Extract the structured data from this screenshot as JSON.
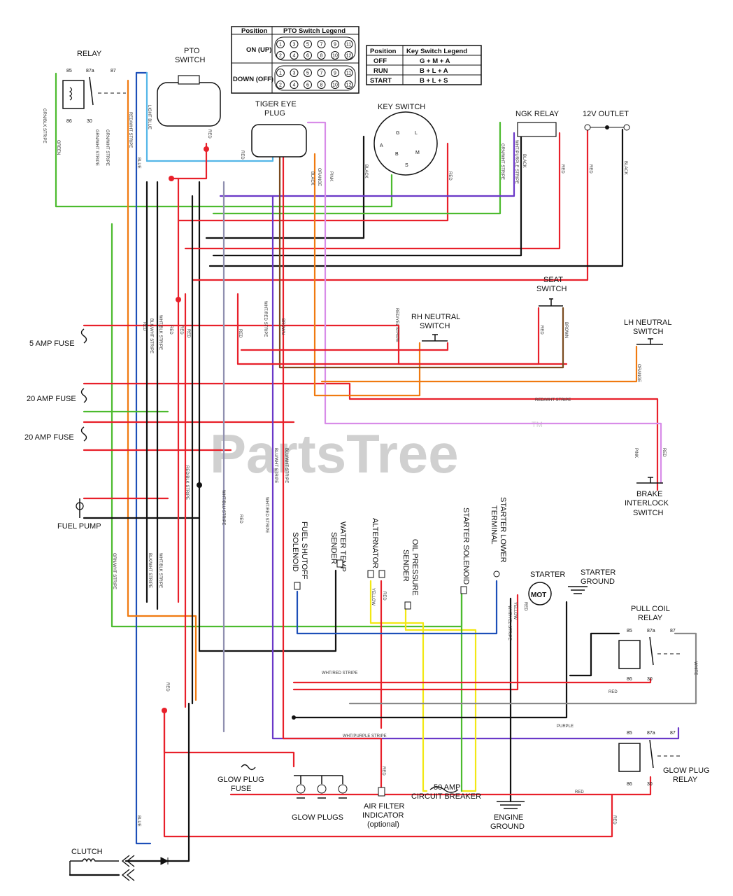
{
  "watermark": {
    "text": "PartsTree",
    "tm": "TM"
  },
  "colors": {
    "red": "#e8202a",
    "black": "#111111",
    "green": "#4cbb2e",
    "blue": "#1d4fb8",
    "orange": "#f07a10",
    "pink": "#d88ce8",
    "purple": "#6a38c8",
    "yellow": "#f2e814",
    "brown": "#7a4a1e",
    "light_blue": "#54b6e8",
    "grey": "#888888",
    "white_wire": "#c9c9d9"
  },
  "pto_table": {
    "col_position": "Position",
    "col_legend": "PTO Switch Legend",
    "rows": [
      {
        "position": "ON (UP)",
        "pins_top": [
          "1",
          "3",
          "5",
          "7",
          "9",
          "11"
        ],
        "pins_bottom": [
          "2",
          "4",
          "6",
          "8",
          "10",
          "12"
        ]
      },
      {
        "position": "DOWN (OFF)",
        "pins_top": [
          "1",
          "3",
          "5",
          "7",
          "9",
          "11"
        ],
        "pins_bottom": [
          "2",
          "4",
          "6",
          "8",
          "10",
          "12"
        ]
      }
    ]
  },
  "key_table": {
    "col_position": "Position",
    "col_legend": "Key Switch Legend",
    "rows": [
      {
        "position": "OFF",
        "legend": "G + M + A"
      },
      {
        "position": "RUN",
        "legend": "B + L + A"
      },
      {
        "position": "START",
        "legend": "B + L + S"
      }
    ]
  },
  "components": {
    "relay": "RELAY",
    "relay_pins": [
      "85",
      "87a",
      "87",
      "86",
      "30"
    ],
    "pto_switch_l1": "PTO",
    "pto_switch_l2": "SWITCH",
    "tiger_eye_l1": "TIGER EYE",
    "tiger_eye_l2": "PLUG",
    "key_switch": "KEY SWITCH",
    "key_pins": [
      "G",
      "L",
      "A",
      "B",
      "S",
      "M"
    ],
    "ngk_relay": "NGK RELAY",
    "outlet": "12V OUTLET",
    "seat_l1": "SEAT",
    "seat_l2": "SWITCH",
    "rh_neutral_l1": "RH NEUTRAL",
    "rh_neutral_l2": "SWITCH",
    "lh_neutral_l1": "LH NEUTRAL",
    "lh_neutral_l2": "SWITCH",
    "fuse_5": "5 AMP FUSE",
    "fuse_20a": "20 AMP FUSE",
    "fuse_20b": "20 AMP FUSE",
    "fuel_pump": "FUEL PUMP",
    "brake_l1": "BRAKE",
    "brake_l2": "INTERLOCK",
    "brake_l3": "SWITCH",
    "fuel_shutoff_l1": "FUEL SHUTOFF",
    "fuel_shutoff_l2": "SOLENOID",
    "water_temp_l1": "WATER TEMP",
    "water_temp_l2": "SENDER",
    "alternator": "ALTERNATOR",
    "oil_l1": "OIL PRESSURE",
    "oil_l2": "SENDER",
    "starter_solenoid": "STARTER SOLENOID",
    "starter_lower_l1": "STARTER LOWER",
    "starter_lower_l2": "TERMINAL",
    "starter": "STARTER",
    "mot": "MOT",
    "starter_ground_l1": "STARTER",
    "starter_ground_l2": "GROUND",
    "pull_coil_l1": "PULL COIL",
    "pull_coil_l2": "RELAY",
    "glow_fuse_l1": "GLOW PLUG",
    "glow_fuse_l2": "FUSE",
    "glow_plugs": "GLOW PLUGS",
    "air_filter_l1": "AIR FILTER",
    "air_filter_l2": "INDICATOR",
    "air_filter_l3": "(optional)",
    "breaker_l1": "50 AMP",
    "breaker_l2": "CIRCUIT BREAKER",
    "engine_ground_l1": "ENGINE",
    "engine_ground_l2": "GROUND",
    "glow_relay_l1": "GLOW PLUG",
    "glow_relay_l2": "RELAY",
    "clutch": "CLUTCH"
  },
  "wire_labels": {
    "grn_blk_stripe": "GRN/BLK STRIPE",
    "green": "GREEN",
    "grn_wht_stripe": "GRN/WHT STRIPE",
    "red_wht_stripe": "RED/WHT STRIPE",
    "blue": "BLUE",
    "light_blue": "LIGHT BLUE",
    "red": "RED",
    "black": "BLACK",
    "orange": "ORANGE",
    "pink": "PINK",
    "brown": "BROWN",
    "yellow": "YELLOW",
    "purple": "PURPLE",
    "wht_blk_stripe": "WHT/BLK STRIPE",
    "blk_wht_stripe": "BLK/WHT STRIPE",
    "wht_red_stripe": "WHT/RED STRIPE",
    "wht_purple_stripe": "WHT/PURPLE STRIPE",
    "wht_yel_stripe": "WHT/YEL STRIPE",
    "red_yel_stripe": "RED/YEL STRIPE",
    "blu_wht_stripe": "BLU/WHT STRIPE",
    "red_blk_stripe": "RED/BLK STRIPE",
    "wht_blu_stripe": "WHT/BLU STRIPE",
    "white": "WHITE"
  }
}
